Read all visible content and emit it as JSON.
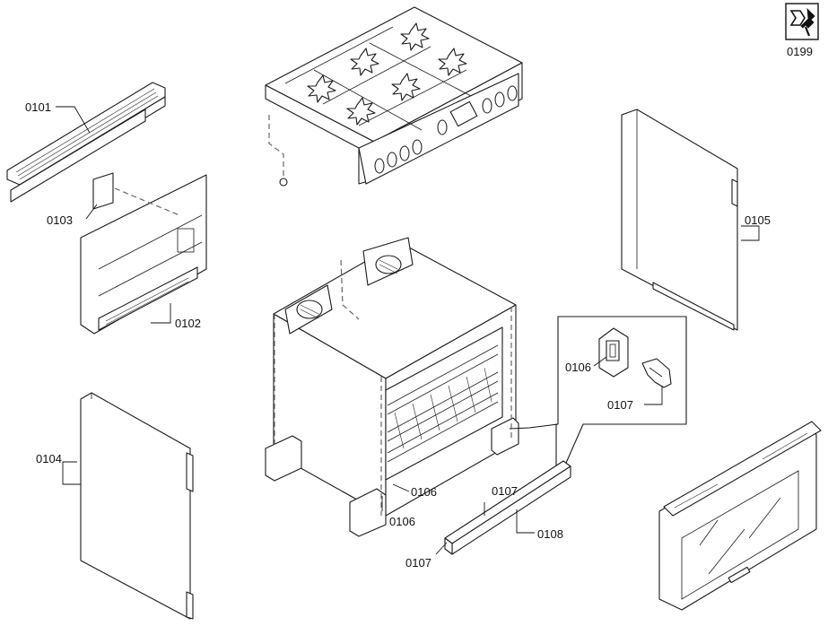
{
  "diagram": {
    "type": "exploded-parts-diagram",
    "labels": {
      "p0101": "0101",
      "p0102": "0102",
      "p0103": "0103",
      "p0104": "0104",
      "p0105": "0105",
      "p0106a": "0106",
      "p0106b": "0106",
      "p0106c": "0106",
      "p0107a": "0107",
      "p0107b": "0107",
      "p0107c": "0107",
      "p0108": "0108",
      "p0199": "0199"
    },
    "icons": {
      "service": "service-tools-icon",
      "brand_badge": "brand-badge-icon"
    },
    "colors": {
      "line": "#1a1a1a",
      "hidden_line": "#666666",
      "background": "#ffffff"
    }
  }
}
